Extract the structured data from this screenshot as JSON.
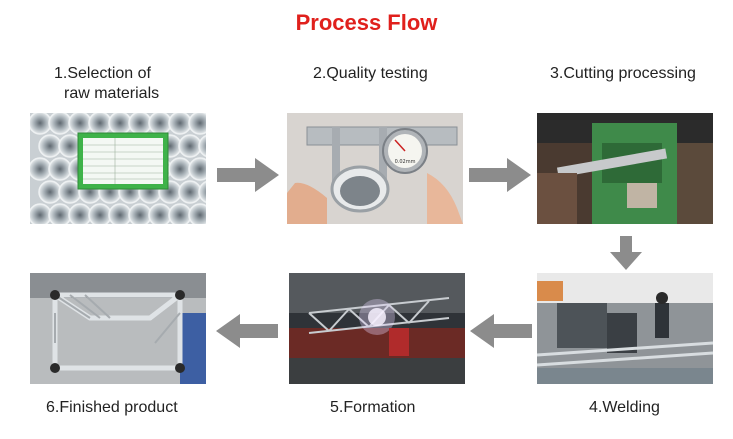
{
  "title": "Process Flow",
  "steps": [
    {
      "label_line1": "1.Selection of",
      "label_line2": "raw materials",
      "image": "raw-material-tubes-photo"
    },
    {
      "label": "2.Quality testing",
      "image": "caliper-measurement-photo"
    },
    {
      "label": "3.Cutting processing",
      "image": "cutting-machine-photo"
    },
    {
      "label": "4.Welding",
      "image": "welding-workshop-photo"
    },
    {
      "label": "5.Formation",
      "image": "truss-welding-photo"
    },
    {
      "label": "6.Finished product",
      "image": "finished-truss-photo"
    }
  ],
  "accent_color": "#e0201c",
  "arrow_color": "#8c8c8c",
  "caliper_dial_text": "0.02mm"
}
